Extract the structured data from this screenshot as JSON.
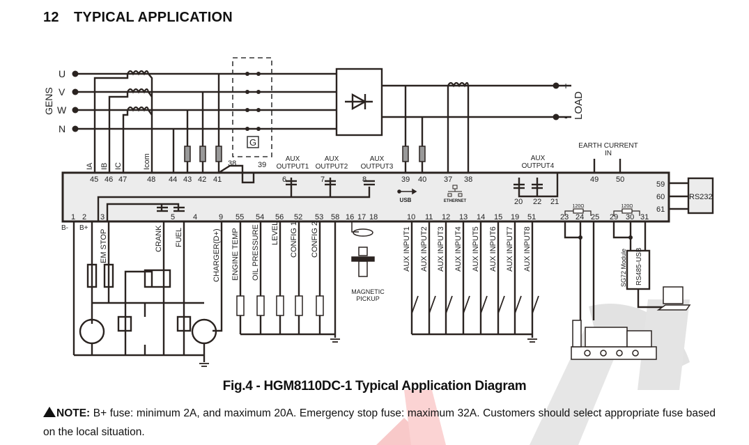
{
  "section": {
    "number": "12",
    "title": "TYPICAL APPLICATION"
  },
  "caption": "Fig.4 - HGM8110DC-1 Typical Application Diagram",
  "note": {
    "icon": "warning-triangle-icon",
    "label": "NOTE:",
    "text": " B+ fuse: minimum 2A, and maximum 20A. Emergency stop fuse: maximum 32A. Customers should select appropriate fuse based on the local situation."
  },
  "diagram": {
    "gens_label": "GENS",
    "phases": [
      "U",
      "V",
      "W",
      "N"
    ],
    "load_label": "LOAD",
    "load_plus": "+",
    "load_minus": "-",
    "gen_breaker_label": "G",
    "top_terminals": {
      "ct": [
        {
          "label": "IA",
          "pin": "45"
        },
        {
          "label": "IB",
          "pin": "46"
        },
        {
          "label": "IC",
          "pin": "47"
        },
        {
          "label": "Icom",
          "pin": "48"
        }
      ],
      "voltage": [
        "44",
        "43",
        "42",
        "41"
      ],
      "breaker": [
        "38",
        "39"
      ],
      "aux_outputs": [
        {
          "label1": "AUX",
          "label2": "OUTPUT1",
          "pin": "6"
        },
        {
          "label1": "AUX",
          "label2": "OUTPUT2",
          "pin": "7"
        },
        {
          "label1": "AUX",
          "label2": "OUTPUT3",
          "pin": "8"
        }
      ],
      "dc_in": [
        "39",
        "40"
      ],
      "dc_ct": [
        "37",
        "38"
      ],
      "aux_output4": {
        "label1": "AUX",
        "label2": "OUTPUT4",
        "pins": [
          "20",
          "22",
          "21"
        ]
      },
      "earth_current": {
        "label1": "EARTH CURRENT",
        "label2": "IN",
        "pins": [
          "49",
          "50"
        ]
      }
    },
    "ports": {
      "usb": "USB",
      "ethernet": "ETHERNET"
    },
    "rs232": {
      "label": "RS232",
      "pins": [
        "59",
        "60",
        "61"
      ]
    },
    "bus_terminals": {
      "can1": {
        "pins": [
          "23",
          "24",
          "25"
        ],
        "resistor": "120Ω"
      },
      "rs485": {
        "pins": [
          "29",
          "30",
          "31"
        ],
        "resistor": "120Ω"
      }
    },
    "bottom_terminals": {
      "power": [
        {
          "pin": "1",
          "label": "B-"
        },
        {
          "pin": "2",
          "label": "B+"
        },
        {
          "pin": "3",
          "label": "EM STOP"
        },
        {
          "pin": "5",
          "label": "CRANK"
        },
        {
          "pin": "4",
          "label": "FUEL"
        },
        {
          "pin": "9",
          "label": "CHARGER(D+)"
        }
      ],
      "sensors": [
        {
          "pin": "55",
          "label": "ENGINE TEMP"
        },
        {
          "pin": "54",
          "label": "OIL PRESSURE"
        },
        {
          "pin": "56",
          "label": "LEVEL"
        },
        {
          "pin": "52",
          "label": "CONFIG 1"
        },
        {
          "pin": "53",
          "label": "CONFIG 2"
        }
      ],
      "sensor_common": "58",
      "pickup": {
        "pins": [
          "16",
          "17",
          "18"
        ],
        "label1": "MAGNETIC",
        "label2": "PICKUP"
      },
      "aux_inputs": [
        {
          "pin": "10",
          "label": "AUX INPUT1"
        },
        {
          "pin": "11",
          "label": "AUX INPUT2"
        },
        {
          "pin": "12",
          "label": "AUX INPUT3"
        },
        {
          "pin": "13",
          "label": "AUX INPUT4"
        },
        {
          "pin": "14",
          "label": "AUX INPUT5"
        },
        {
          "pin": "15",
          "label": "AUX INPUT6"
        },
        {
          "pin": "19",
          "label": "AUX INPUT7"
        },
        {
          "pin": "51",
          "label": "AUX INPUT8"
        }
      ]
    },
    "module_labels": {
      "sg72": "SG72 Module",
      "rs485_usb": "RS485-USB"
    }
  }
}
